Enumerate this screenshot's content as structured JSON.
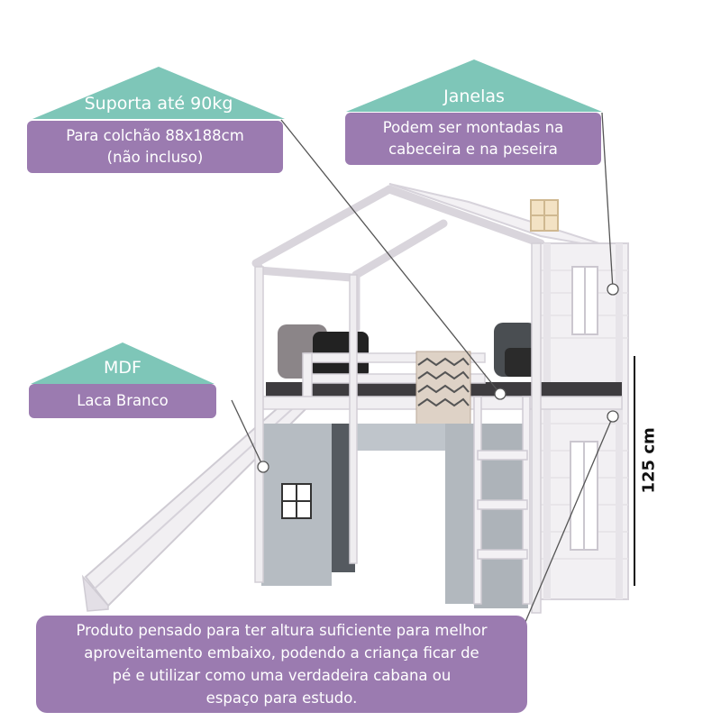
{
  "callouts": {
    "weight": {
      "title": "Suporta até 90kg",
      "lines": [
        "Para colchão 88x188cm",
        "(não incluso)"
      ]
    },
    "windows": {
      "title": "Janelas",
      "lines": [
        "Podem ser montadas na",
        "cabeceira e na peseira"
      ]
    },
    "material": {
      "title": "MDF",
      "lines": [
        "Laca Branco"
      ]
    }
  },
  "dimension": {
    "height_label": "125 cm"
  },
  "footer": {
    "lines": [
      "Produto pensado para ter altura suficiente para melhor",
      "aproveitamento embaixo, podendo a criança ficar de",
      "pé e utilizar como uma verdadeira cabana ou",
      "espaço para estudo."
    ]
  },
  "colors": {
    "roof_teal": "#7ec6b8",
    "box_purple": "#9b7bb0",
    "text_white": "#ffffff"
  },
  "icons": [
    "loft-bed-illustration"
  ]
}
